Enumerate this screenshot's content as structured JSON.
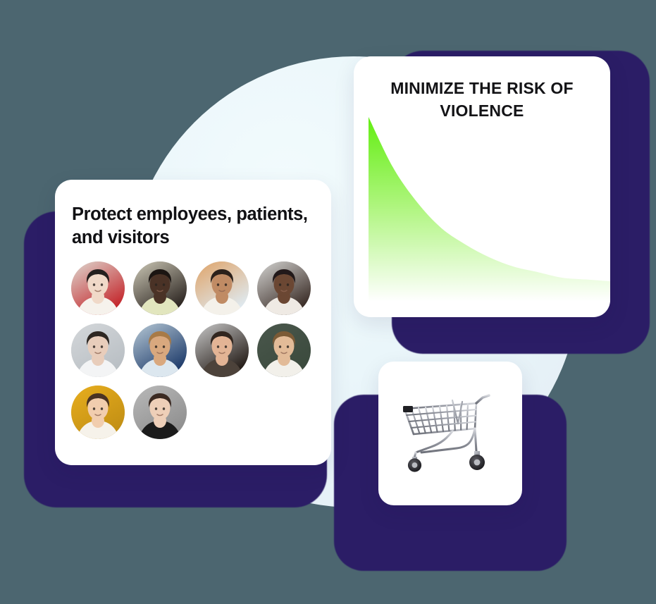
{
  "theme": {
    "page_background": "#4c6670",
    "circle_background": "#eaf6fa",
    "shadow_color": "#2b1d66",
    "card_background": "#ffffff",
    "title_color": "#111114",
    "chart_green": "#63ee12",
    "chart_green_mid": "#aef57d",
    "chart_green_fade": "#ffffff"
  },
  "people_card": {
    "title": "Protect employees, patients, and visitors",
    "avatars": [
      {
        "name": "avatar-woman-red-flower",
        "alt": "Woman with dark hair and red flower",
        "bg": "#ded8d0",
        "skin": "#f0d9c8",
        "hair": "#24201e",
        "clothes": "#f6f2ec",
        "accent": "#c4262b"
      },
      {
        "name": "avatar-man-glasses",
        "alt": "Man wearing glasses in olive shirt",
        "bg": "#cdc9b7",
        "skin": "#4a3226",
        "hair": "#1b1512",
        "clothes": "#e2e6be",
        "accent": "#2b2420"
      },
      {
        "name": "avatar-woman-curly-hair",
        "alt": "Woman with curly hair on warm background",
        "bg": "#dfa368",
        "skin": "#c08b64",
        "hair": "#2c211b",
        "clothes": "#f4f1ea",
        "accent": "#dfe9ef"
      },
      {
        "name": "avatar-woman-afro",
        "alt": "Woman with afro hair",
        "bg": "#d5d5d3",
        "skin": "#6b4733",
        "hair": "#22191a",
        "clothes": "#efeae4",
        "accent": "#3a2c26"
      },
      {
        "name": "avatar-woman-hand-shadow",
        "alt": "Woman with hand casting shadow",
        "bg": "#d4d7da",
        "skin": "#e8cdbb",
        "hair": "#2e2722",
        "clothes": "#f3f4f5",
        "accent": "#b9bfc4"
      },
      {
        "name": "avatar-woman-blonde-curls",
        "alt": "Woman with long blonde curls",
        "bg": "#b7c9d6",
        "skin": "#d9a87e",
        "hair": "#a87a46",
        "clothes": "#dce7ef",
        "accent": "#1f3c6b"
      },
      {
        "name": "avatar-man-beard-smiling",
        "alt": "Smiling bearded man",
        "bg": "#c9c9c9",
        "skin": "#e3b495",
        "hair": "#32261f",
        "clothes": "#4c423a",
        "accent": "#241c17"
      },
      {
        "name": "avatar-young-man-white-sweater",
        "alt": "Young man in white sweater",
        "bg": "#4a574c",
        "skin": "#e2bb98",
        "hair": "#7b5a36",
        "clothes": "#f2f0ea",
        "accent": "#3b4a3d"
      },
      {
        "name": "avatar-woman-bun-yellow",
        "alt": "Woman with hair bun on yellow background",
        "bg": "#e8ae1e",
        "skin": "#f1cdae",
        "hair": "#4a3324",
        "clothes": "#f6f2ea",
        "accent": "#c28f14"
      },
      {
        "name": "avatar-woman-long-hair-gray",
        "alt": "Woman with long hair on gray background",
        "bg": "#b9b9b9",
        "skin": "#eecfb8",
        "hair": "#3b2a22",
        "clothes": "#1b1b1b",
        "accent": "#8f8f8f"
      }
    ]
  },
  "chart_card": {
    "title": "MINIMIZE THE RISK OF VIOLENCE"
  },
  "cart_card": {
    "icon": "shopping-cart-icon",
    "alt": "Metal shopping cart"
  },
  "chart_data": {
    "type": "area",
    "title": "MINIMIZE THE RISK OF VIOLENCE",
    "xlabel": "",
    "ylabel": "",
    "x": [
      0,
      1,
      2,
      3,
      4,
      5,
      6,
      7,
      8,
      9,
      10
    ],
    "values": [
      100,
      73,
      54,
      40,
      31,
      24,
      19,
      16,
      13,
      12,
      11
    ],
    "xlim": [
      0,
      10
    ],
    "ylim": [
      0,
      100
    ],
    "grid": false,
    "legend": "none",
    "fill_gradient": [
      "#63ee12",
      "#ffffff"
    ],
    "description": "Exponentially decaying curve showing risk falling from maximum to a low plateau"
  }
}
